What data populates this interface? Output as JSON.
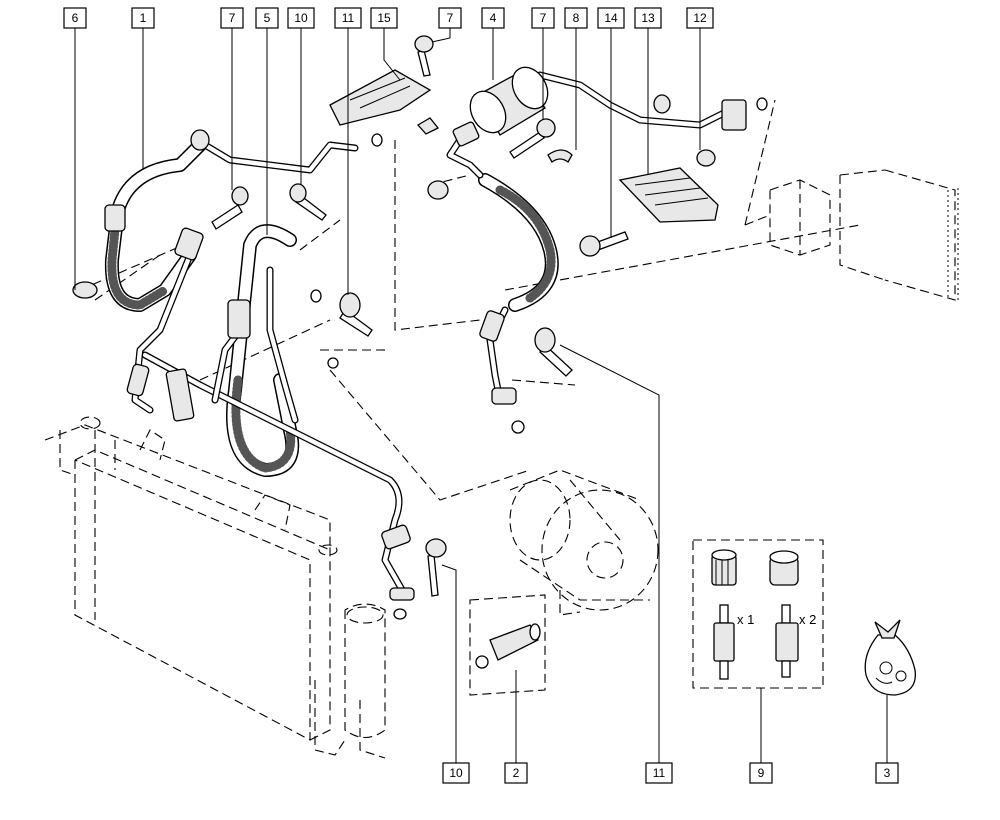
{
  "callouts": {
    "c6_top": "6",
    "c1_top": "1",
    "c7_top_a": "7",
    "c5_top": "5",
    "c10_top": "10",
    "c11_top": "11",
    "c15_top": "15",
    "c7_top_b": "7",
    "c4_top": "4",
    "c7_top_c": "7",
    "c8_top": "8",
    "c14_top": "14",
    "c13_top": "13",
    "c12_top": "12",
    "c10_bottom": "10",
    "c2_bottom": "2",
    "c11_bottom": "11",
    "c9_bottom": "9",
    "c3_bottom": "3"
  },
  "kit": {
    "qty_1": "x 1",
    "qty_2": "x 2"
  }
}
